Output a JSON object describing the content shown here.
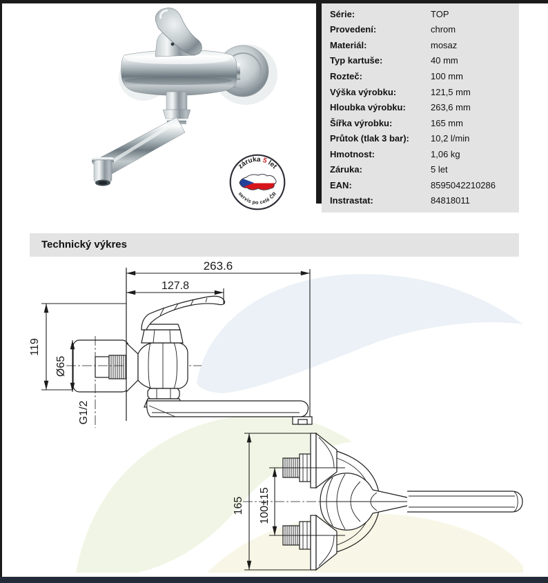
{
  "page": {
    "top_bar_color": "#1b1b1b",
    "left_strip_color": "#1b1b1b",
    "bottom_bar_color": "#242b38",
    "table_bg": "#e3e3e3"
  },
  "product_photo": {
    "description": "chrome wall-mounted single-lever mixer tap with long low swivel spout"
  },
  "badge": {
    "top_text_left": "záruka ",
    "top_text_num": "5",
    "top_text_right": " let",
    "bottom_text": "servis po celé ČR",
    "navy": "#2c3377",
    "red": "#cc2229",
    "flag_blue": "#24419a",
    "flag_red": "#d7141a"
  },
  "specs": {
    "rows": [
      {
        "label": "Série:",
        "value": "TOP"
      },
      {
        "label": "Provedení:",
        "value": "chrom"
      },
      {
        "label": "Materiál:",
        "value": "mosaz"
      },
      {
        "label": "Typ kartuše:",
        "value": "40 mm"
      },
      {
        "label": "Rozteč:",
        "value": "100 mm"
      },
      {
        "label": "Výška výrobku:",
        "value": "121,5 mm"
      },
      {
        "label": "Hloubka výrobku:",
        "value": "263,6 mm"
      },
      {
        "label": "Šířka výrobku:",
        "value": "165 mm"
      },
      {
        "label": "Průtok (tlak 3 bar):",
        "value": "10,2 l/min"
      },
      {
        "label": "Hmotnost:",
        "value": "1,06 kg"
      },
      {
        "label": "Záruka:",
        "value": "5 let"
      },
      {
        "label": "EAN:",
        "value": "8595042210286"
      },
      {
        "label": "Instrastat:",
        "value": "84818011"
      }
    ]
  },
  "drawing_section": {
    "title": "Technický výkres"
  },
  "technical_drawing": {
    "line_color": "#1c1c1c",
    "dimensions": {
      "depth_total": "263.6",
      "depth_to_handle": "127.8",
      "height": "119",
      "flange_diameter": "Ø65",
      "thread": "G1/2",
      "width": "165",
      "spacing": "100±15"
    }
  }
}
